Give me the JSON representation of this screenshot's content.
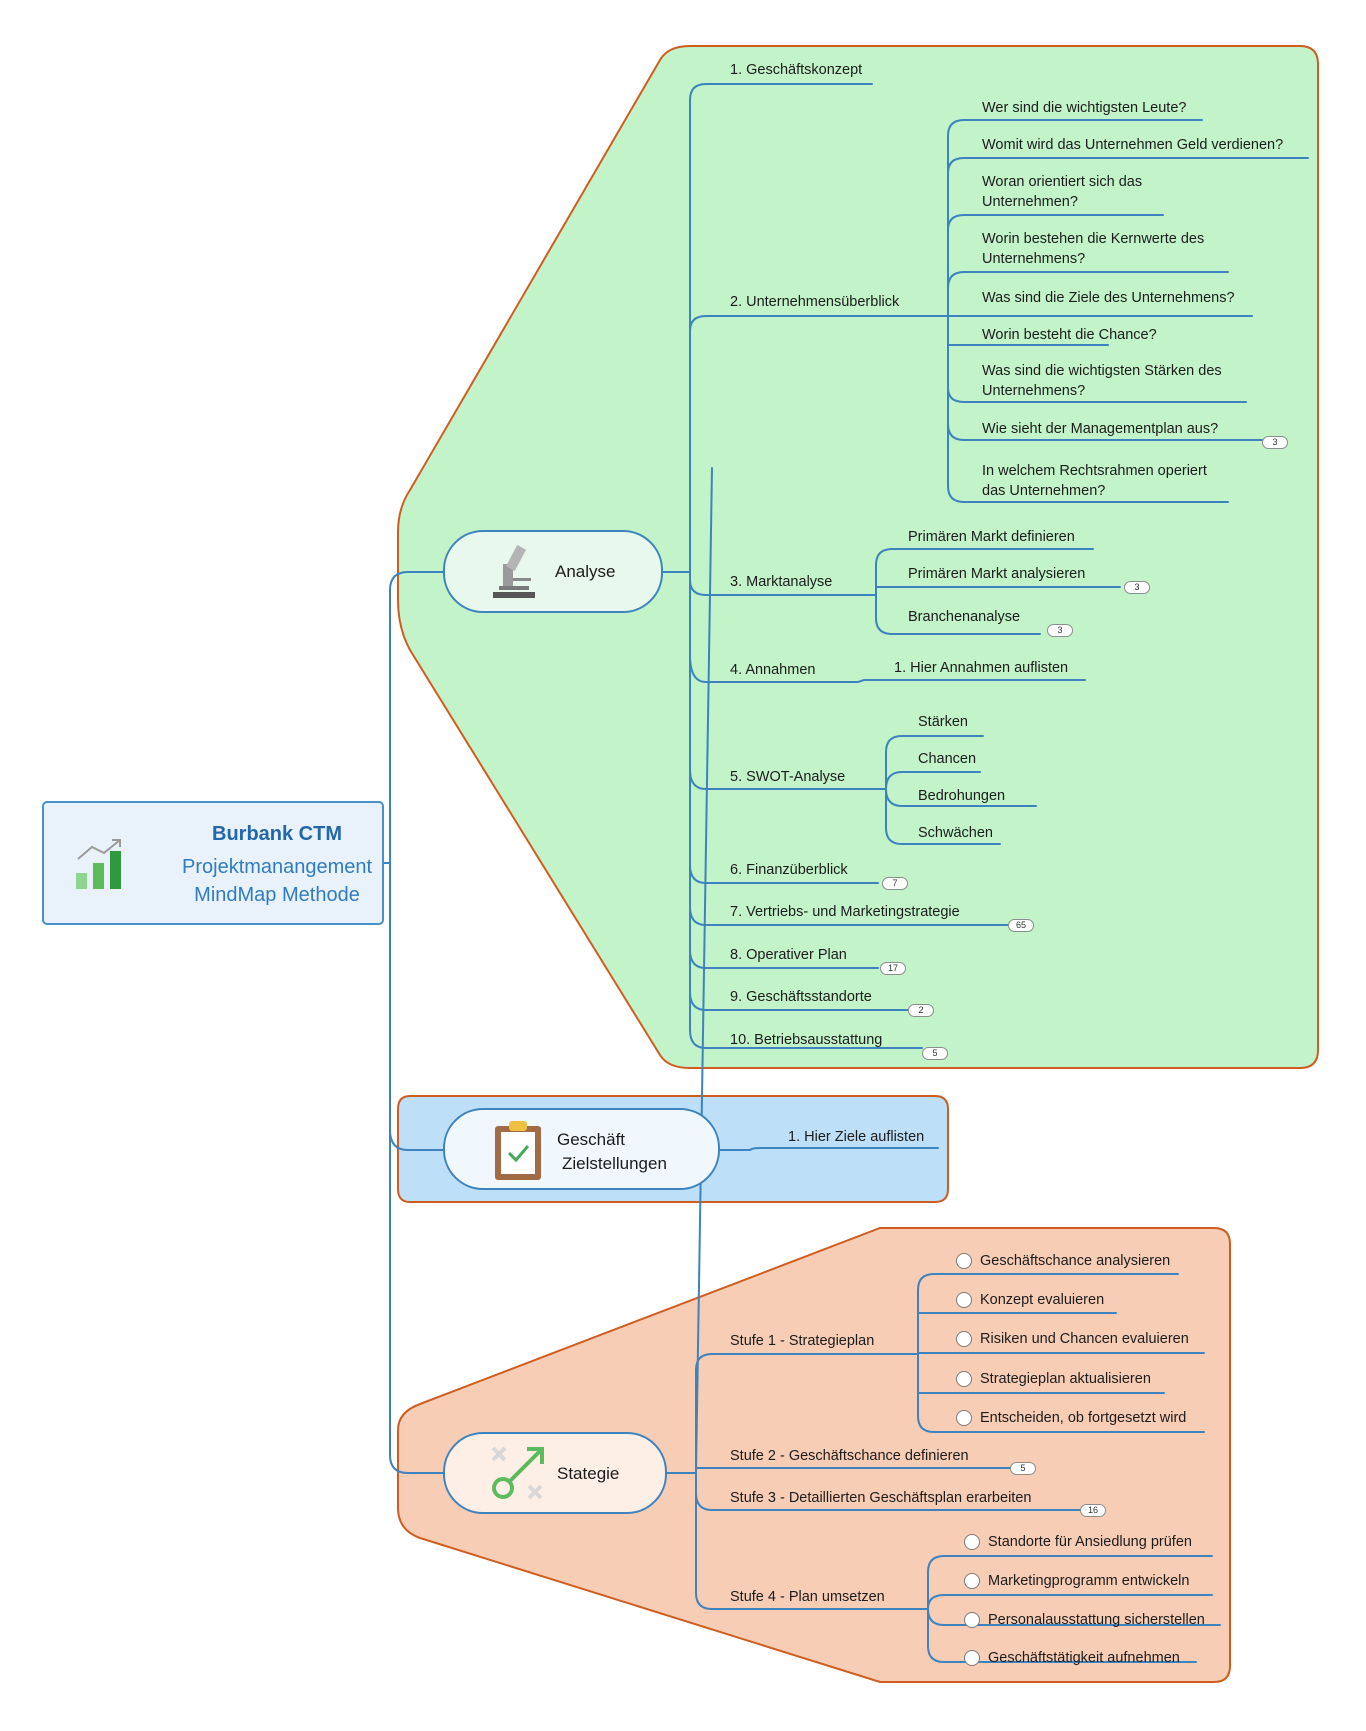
{
  "root": {
    "title": "Burbank CTM",
    "subtitle_line1": "Projektmanangement",
    "subtitle_line2": "MindMap Methode",
    "icon": "bar-chart-growth-icon"
  },
  "colors": {
    "line": "#3c83bf",
    "analyse_bg": "#c3f3c8",
    "analyse_border": "#cf5d20",
    "ziel_bg": "#bde0f8",
    "ziel_border": "#cf5d20",
    "strategie_bg": "#f8cdb5",
    "strategie_border": "#cf5d20"
  },
  "analyse": {
    "label": "Analyse",
    "icon": "microscope-icon",
    "topics": {
      "t1": "1. Geschäftskonzept",
      "t2": "2. Unternehmensüberblick",
      "t3": "3. Marktanalyse",
      "t4": "4. Annahmen",
      "t5": "5. SWOT-Analyse",
      "t6": "6. Finanzüberblick",
      "t7": "7. Vertriebs- und Marketingstrategie",
      "t8": "8. Operativer Plan",
      "t9": "9. Geschäftsstandorte",
      "t10": "10. Betriebsausstattung"
    },
    "badges": {
      "t6": "7",
      "t7": "65",
      "t8": "17",
      "t9": "2",
      "t10": "5"
    },
    "ueberblick": {
      "q1": "Wer sind die wichtigsten Leute?",
      "q2": "Womit wird das Unternehmen Geld verdienen?",
      "q3": "Woran orientiert sich das Unternehmen?",
      "q4": "Worin bestehen die Kernwerte des Unternehmens?",
      "q5": "Was sind die Ziele des Unternehmens?",
      "q6": "Worin besteht die Chance?",
      "q7": "Was sind die wichtigsten Stärken des Unternehmens?",
      "q8": "Wie sieht der Managementplan aus?",
      "q8_badge": "3",
      "q9": "In welchem Rechtsrahmen operiert das Unternehmen?"
    },
    "markt": {
      "m1": "Primären Markt definieren",
      "m2": "Primären Markt analysieren",
      "m2_badge": "3",
      "m3": "Branchenanalyse",
      "m3_badge": "3"
    },
    "annahmen": {
      "a1": "1. Hier Annahmen auflisten"
    },
    "swot": {
      "s1": "Stärken",
      "s2": "Chancen",
      "s3": "Bedrohungen",
      "s4": "Schwächen"
    }
  },
  "ziele": {
    "label_line1": "Geschäft",
    "label_line2": "Zielstellungen",
    "icon": "clipboard-check-icon",
    "z1": "1. Hier Ziele auflisten"
  },
  "strategie": {
    "label": "Stategie",
    "icon": "strategy-arrow-icon",
    "s1": "Stufe 1 - Strategieplan",
    "s1_items": [
      "Geschäftschance analysieren",
      "Konzept evaluieren",
      "Risiken und Chancen evaluieren",
      "Strategieplan aktualisieren",
      "Entscheiden, ob fortgesetzt wird"
    ],
    "s2": "Stufe 2 - Geschäftschance definieren",
    "s2_badge": "5",
    "s3": "Stufe 3 - Detaillierten Geschäftsplan erarbeiten",
    "s3_badge": "16",
    "s4": "Stufe 4 - Plan umsetzen",
    "s4_items": [
      "Standorte für Ansiedlung prüfen",
      "Marketingprogramm entwickeln",
      "Personalausstattung sicherstellen",
      "Geschäftstätigkeit aufnehmen"
    ]
  }
}
